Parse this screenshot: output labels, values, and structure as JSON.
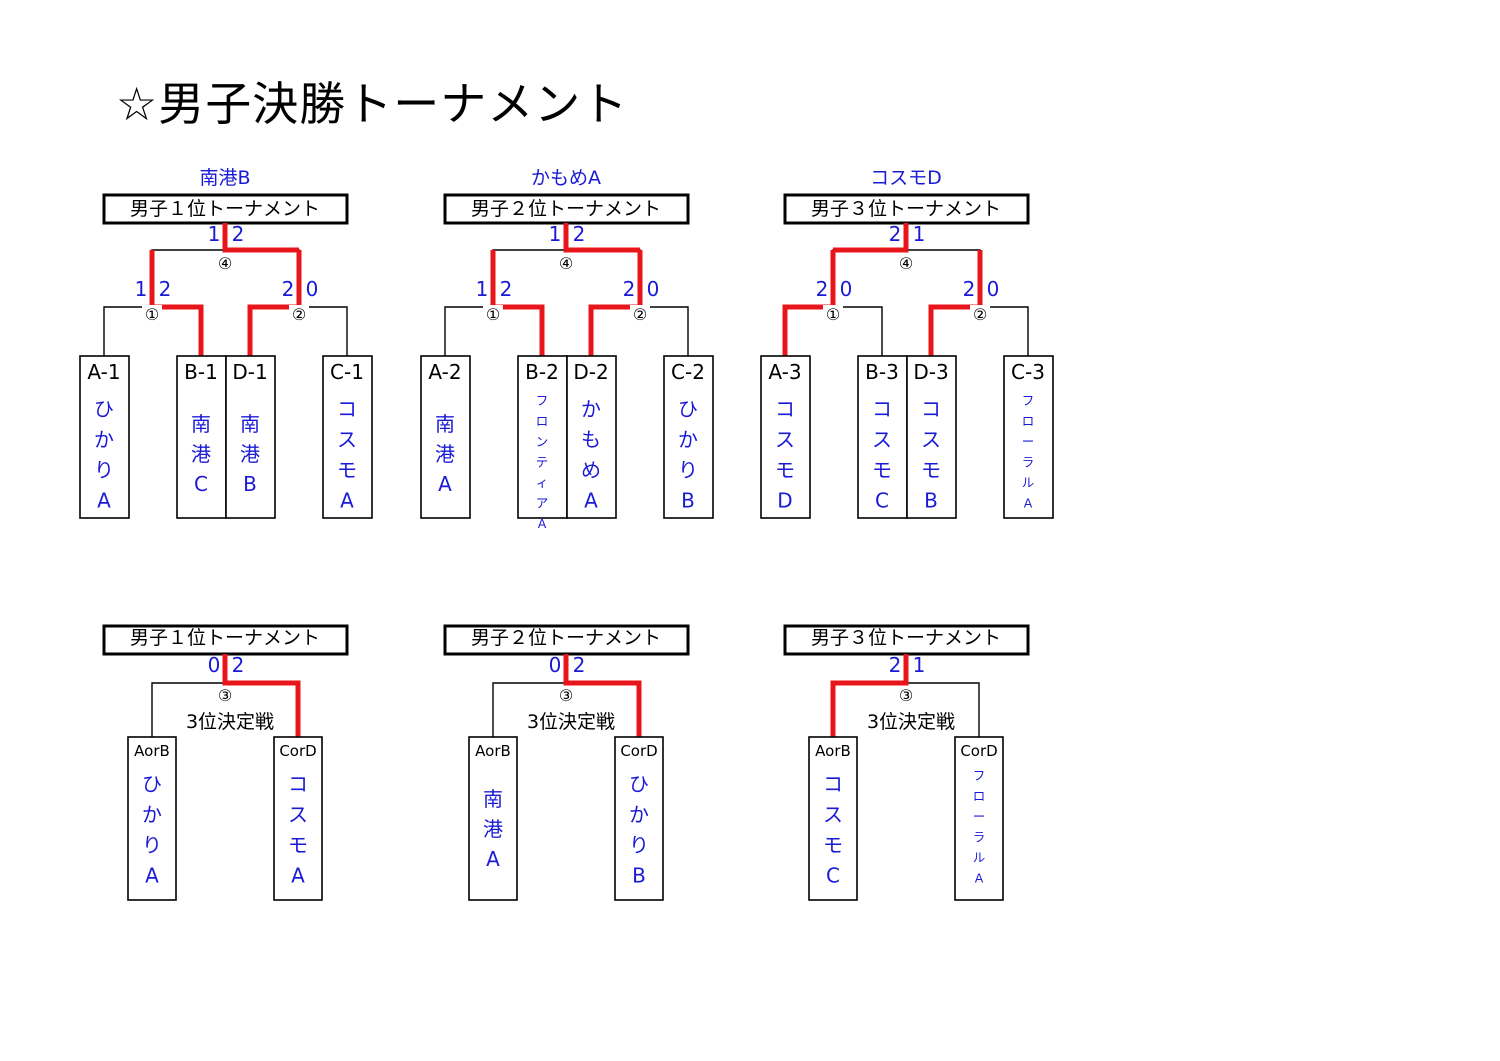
{
  "title": "☆男子決勝トーナメント",
  "brackets": [
    {
      "winner": "南港B",
      "header": "男子１位トーナメント",
      "final": {
        "num": "④",
        "score_left": "1",
        "score_right": "2",
        "winner_side": "right"
      },
      "semi_left": {
        "num": "①",
        "score_left": "1",
        "score_right": "2",
        "winner": 1
      },
      "semi_right": {
        "num": "②",
        "score_left": "2",
        "score_right": "0",
        "winner": 0
      },
      "slots": [
        {
          "label": "A-1",
          "team": "ひかりA"
        },
        {
          "label": "B-1",
          "team": "南港C"
        },
        {
          "label": "D-1",
          "team": "南港B"
        },
        {
          "label": "C-1",
          "team": "コスモA"
        }
      ]
    },
    {
      "winner": "かもめA",
      "header": "男子２位トーナメント",
      "final": {
        "num": "④",
        "score_left": "1",
        "score_right": "2",
        "winner_side": "right"
      },
      "semi_left": {
        "num": "①",
        "score_left": "1",
        "score_right": "2",
        "winner": 1
      },
      "semi_right": {
        "num": "②",
        "score_left": "2",
        "score_right": "0",
        "winner": 0
      },
      "slots": [
        {
          "label": "A-2",
          "team": "南港A"
        },
        {
          "label": "B-2",
          "team": "フロンティアA"
        },
        {
          "label": "D-2",
          "team": "かもめA"
        },
        {
          "label": "C-2",
          "team": "ひかりB"
        }
      ]
    },
    {
      "winner": "コスモD",
      "header": "男子３位トーナメント",
      "final": {
        "num": "④",
        "score_left": "2",
        "score_right": "1",
        "winner_side": "left"
      },
      "semi_left": {
        "num": "①",
        "score_left": "2",
        "score_right": "0",
        "winner": 0
      },
      "semi_right": {
        "num": "②",
        "score_left": "2",
        "score_right": "0",
        "winner": 0
      },
      "slots": [
        {
          "label": "A-3",
          "team": "コスモD"
        },
        {
          "label": "B-3",
          "team": "コスモC"
        },
        {
          "label": "D-3",
          "team": "コスモB"
        },
        {
          "label": "C-3",
          "team": "フローラルA"
        }
      ]
    }
  ],
  "third_place": [
    {
      "header": "男子１位トーナメント",
      "num": "③",
      "label": "3位決定戦",
      "score_left": "0",
      "score_right": "2",
      "winner_side": "right",
      "slots": [
        {
          "label": "AorB",
          "team": "ひかりA"
        },
        {
          "label": "CorD",
          "team": "コスモA"
        }
      ]
    },
    {
      "header": "男子２位トーナメント",
      "num": "③",
      "label": "3位決定戦",
      "score_left": "0",
      "score_right": "2",
      "winner_side": "right",
      "slots": [
        {
          "label": "AorB",
          "team": "南港A"
        },
        {
          "label": "CorD",
          "team": "ひかりB"
        }
      ]
    },
    {
      "header": "男子３位トーナメント",
      "num": "③",
      "label": "3位決定戦",
      "score_left": "2",
      "score_right": "1",
      "winner_side": "left",
      "slots": [
        {
          "label": "AorB",
          "team": "コスモC"
        },
        {
          "label": "CorD",
          "team": "フローラルA"
        }
      ]
    }
  ],
  "colors": {
    "win_path": "#e8151b",
    "team_text": "#1a1ad6",
    "line": "#000000"
  }
}
